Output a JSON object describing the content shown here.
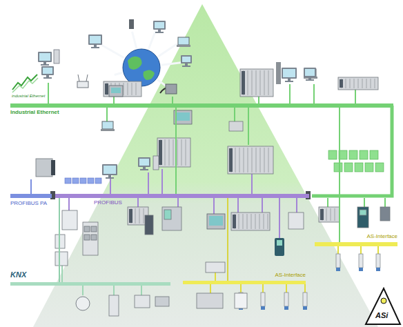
{
  "diagram": {
    "nodes": [
      {
        "text": [
          "Industrial Ethernet"
        ]
      },
      {
        "text": [
          "PROFIBUS PA"
        ]
      },
      {
        "text": [
          "PROFIBUS"
        ]
      },
      {
        "text": [
          "AS-Interface"
        ]
      },
      {
        "text": [
          "KNX"
        ]
      },
      {
        "text": [
          "AS-Interface"
        ]
      }
    ],
    "edges": [
      {
        "from": 0,
        "to": 2,
        "arrow": "none"
      },
      {
        "from": 2,
        "to": 4,
        "arrow": "none"
      },
      {
        "from": 2,
        "to": 5,
        "arrow": "none"
      },
      {
        "from": 0,
        "to": 3,
        "arrow": "none"
      }
    ],
    "labels": [
      "industrial Ethernet",
      "ASi"
    ]
  }
}
